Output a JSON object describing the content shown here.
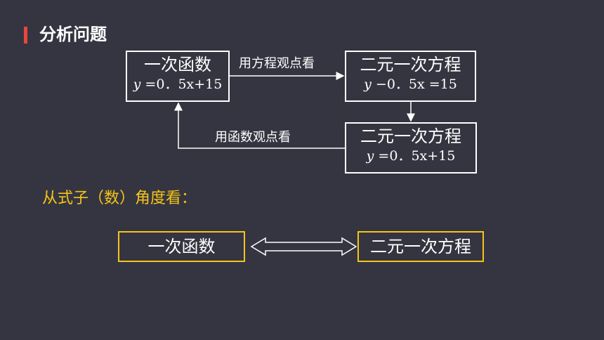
{
  "header": {
    "title": "分析问题"
  },
  "flow": {
    "linear_function": {
      "name": "一次函数",
      "formula_var": "y",
      "formula_rest": " =0．5x+15"
    },
    "equation_top": {
      "name": "二元一次方程",
      "formula_var": "y",
      "formula_rest": " −0．5x =15"
    },
    "equation_bottom": {
      "name": "二元一次方程",
      "formula_var": "y",
      "formula_rest": " =0．5x+15"
    },
    "label_to_equation": "用方程观点看",
    "label_to_function": "用函数观点看"
  },
  "section": {
    "title": "从式子（数）角度看："
  },
  "comparison": {
    "left": "一次函数",
    "right": "二元一次方程"
  },
  "colors": {
    "background": "#353541",
    "accent": "#e8473a",
    "highlight": "#f5c518"
  }
}
